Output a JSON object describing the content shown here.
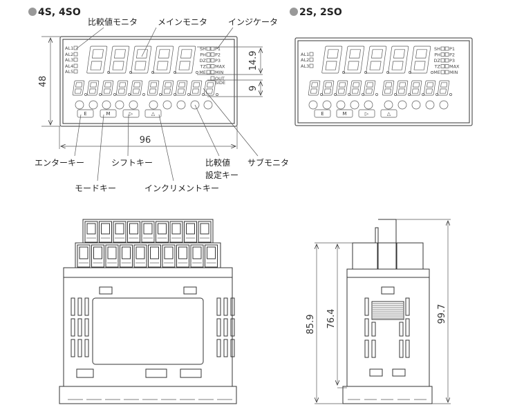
{
  "titles": {
    "four_series": "4S, 4SO",
    "two_series": "2S, 2SO"
  },
  "colors": {
    "bullet": "#999999",
    "line": "#333333"
  },
  "left_panel": {
    "alarms": [
      "AL1",
      "AL2",
      "AL3",
      "AL4",
      "AL5"
    ],
    "indicators": [
      [
        "SH",
        "P1"
      ],
      [
        "PH",
        "P2"
      ],
      [
        "DZ",
        "P3"
      ],
      [
        "TZ",
        "MAX"
      ],
      [
        "ME",
        "MIN"
      ]
    ],
    "out_side": [
      "OUT",
      "SIDE"
    ],
    "buttons": [
      "E",
      "M",
      "▷",
      "△"
    ]
  },
  "right_panel": {
    "alarms": [
      "AL1",
      "AL2",
      "AL3"
    ],
    "indicators": [
      [
        "SH",
        "P1"
      ],
      [
        "PH",
        "P2"
      ],
      [
        "DZ",
        "P3"
      ],
      [
        "TZ",
        "MAX"
      ],
      [
        "ME",
        "MIN"
      ]
    ],
    "buttons": [
      "E",
      "M",
      "▷",
      "△"
    ]
  },
  "callouts": {
    "compare_monitor": "比較値モニタ",
    "main_monitor": "メインモニタ",
    "indicator": "インジケータ",
    "enter_key": "エンターキー",
    "mode_key": "モードキー",
    "shift_key": "シフトキー",
    "increment_key": "インクリメントキー",
    "compare_set_key_1": "比較値",
    "compare_set_key_2": "設定キー",
    "sub_monitor": "サブモニタ"
  },
  "dimensions": {
    "height": "48",
    "width": "96",
    "main_digit_height": "14.9",
    "sub_digit_height": "9",
    "depth_total": "85.9",
    "depth_body": "76.4",
    "depth_max": "99.7"
  }
}
